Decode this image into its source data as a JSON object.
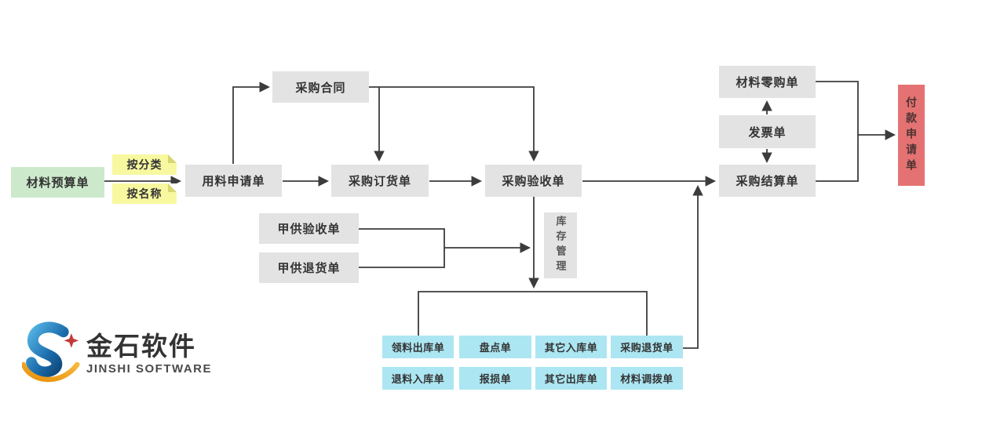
{
  "diagram": {
    "nodes": {
      "material_budget": "材料预算单",
      "material_request": "用料申请单",
      "purchase_contract": "采购合同",
      "purchase_order": "采购订货单",
      "purchase_acceptance": "采购验收单",
      "inventory_management": "库存管理",
      "owner_supplied_acceptance": "甲供验收单",
      "owner_supplied_return": "甲供退货单",
      "material_retail_purchase": "材料零购单",
      "invoice": "发票单",
      "purchase_settlement": "采购结算单",
      "payment_request": "付款申请单"
    },
    "annotations": {
      "by_category": "按分类",
      "by_name": "按名称"
    },
    "warehouse_docs": {
      "row1": [
        "领料出库单",
        "盘点单",
        "其它入库单",
        "采购退货单"
      ],
      "row2": [
        "退料入库单",
        "报损单",
        "其它出库单",
        "材料调拨单"
      ]
    },
    "colors": {
      "node_gray": "#e3e3e3",
      "node_green": "#cde9cc",
      "node_cyan": "#ace6f2",
      "node_red": "#e57272",
      "note_yellow": "#f8f8a0",
      "note_fold": "#d8d672",
      "wire": "#3c3c3c",
      "text": "#333333"
    }
  },
  "logo": {
    "name_cn": "金石软件",
    "name_en": "JINSHI SOFTWARE",
    "icon_blue": "#1d6fae",
    "icon_orange": "#f0a12d",
    "icon_red": "#c23a3a"
  }
}
